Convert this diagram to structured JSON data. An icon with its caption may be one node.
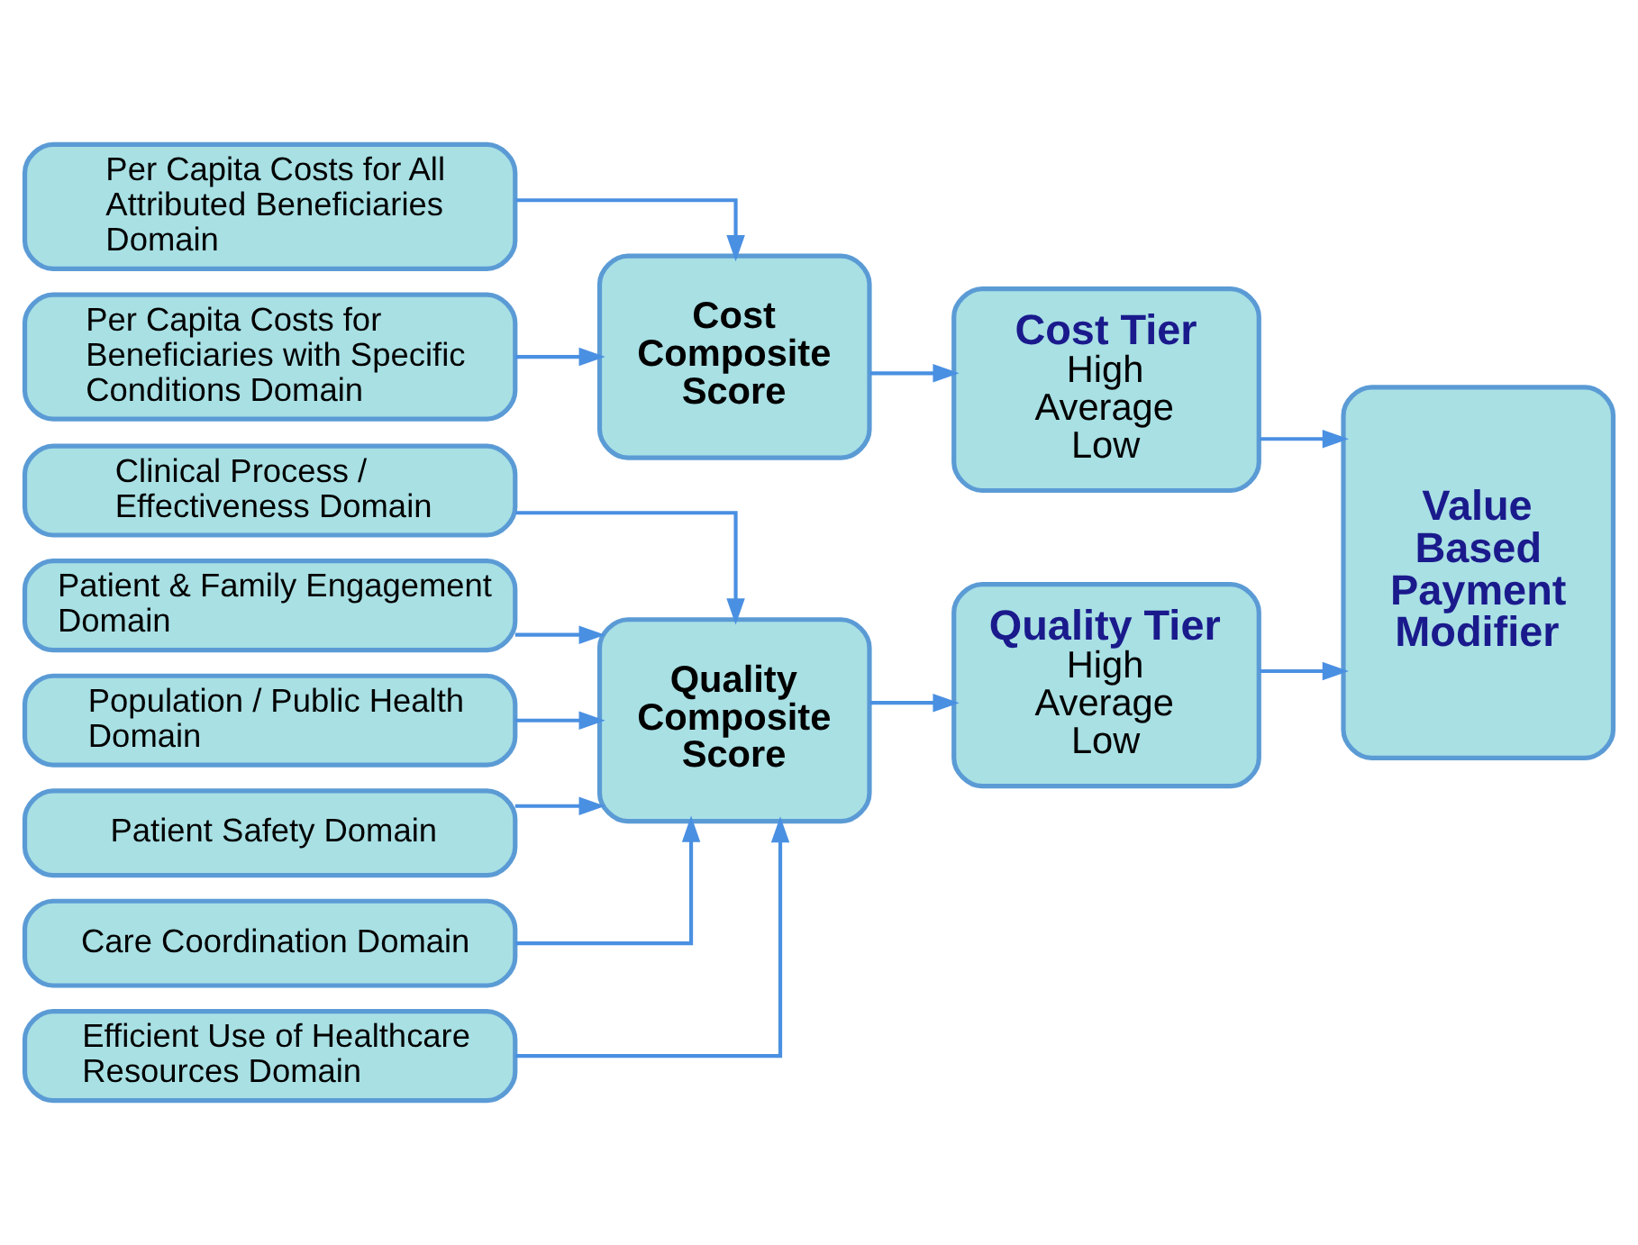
{
  "diagram": {
    "nodes": [
      {
        "text": [
          "Clinical Process / Effectiveness Domain"
        ]
      },
      {
        "text": [
          "Patient & Family Engagement Domain"
        ]
      },
      {
        "text": [
          "Population / Public Health Domain"
        ]
      },
      {
        "text": [
          "Patient Safety Domain"
        ]
      },
      {
        "text": [
          "Care Coordination Domain"
        ]
      },
      {
        "text": [
          "Efficient Use of Healthcare Resources Domain"
        ]
      },
      {
        "text": [
          "Quality Composite Score"
        ]
      },
      {
        "text": [
          "Quality Tier",
          "High",
          "Average",
          "Low"
        ]
      },
      {
        "text": [
          "Value Based Payment Modifier"
        ]
      },
      {
        "text": [
          "Per Capita Costs for All Attributed Beneficiaries Domain"
        ]
      },
      {
        "text": [
          "Per Capita Costs for Beneficiaries with Specific Conditions Domain"
        ]
      },
      {
        "text": [
          "Cost Composite Score"
        ]
      },
      {
        "text": [
          "Cost Tier",
          "High",
          "Average",
          "Low"
        ]
      }
    ],
    "edges": [
      {
        "from": 0,
        "to": 6,
        "arrow": "to"
      },
      {
        "from": 1,
        "to": 6,
        "arrow": "to"
      },
      {
        "from": 2,
        "to": 6,
        "arrow": "to"
      },
      {
        "from": 3,
        "to": 6,
        "arrow": "to"
      },
      {
        "from": 4,
        "to": 6,
        "arrow": "to"
      },
      {
        "from": 5,
        "to": 6,
        "arrow": "to"
      },
      {
        "from": 6,
        "to": 7,
        "arrow": "to"
      },
      {
        "from": 7,
        "to": 8,
        "arrow": "to"
      },
      {
        "from": 9,
        "to": 11,
        "arrow": "to"
      },
      {
        "from": 10,
        "to": 11,
        "arrow": "to"
      },
      {
        "from": 11,
        "to": 12,
        "arrow": "to"
      },
      {
        "from": 12,
        "to": 8,
        "arrow": "to"
      }
    ]
  }
}
